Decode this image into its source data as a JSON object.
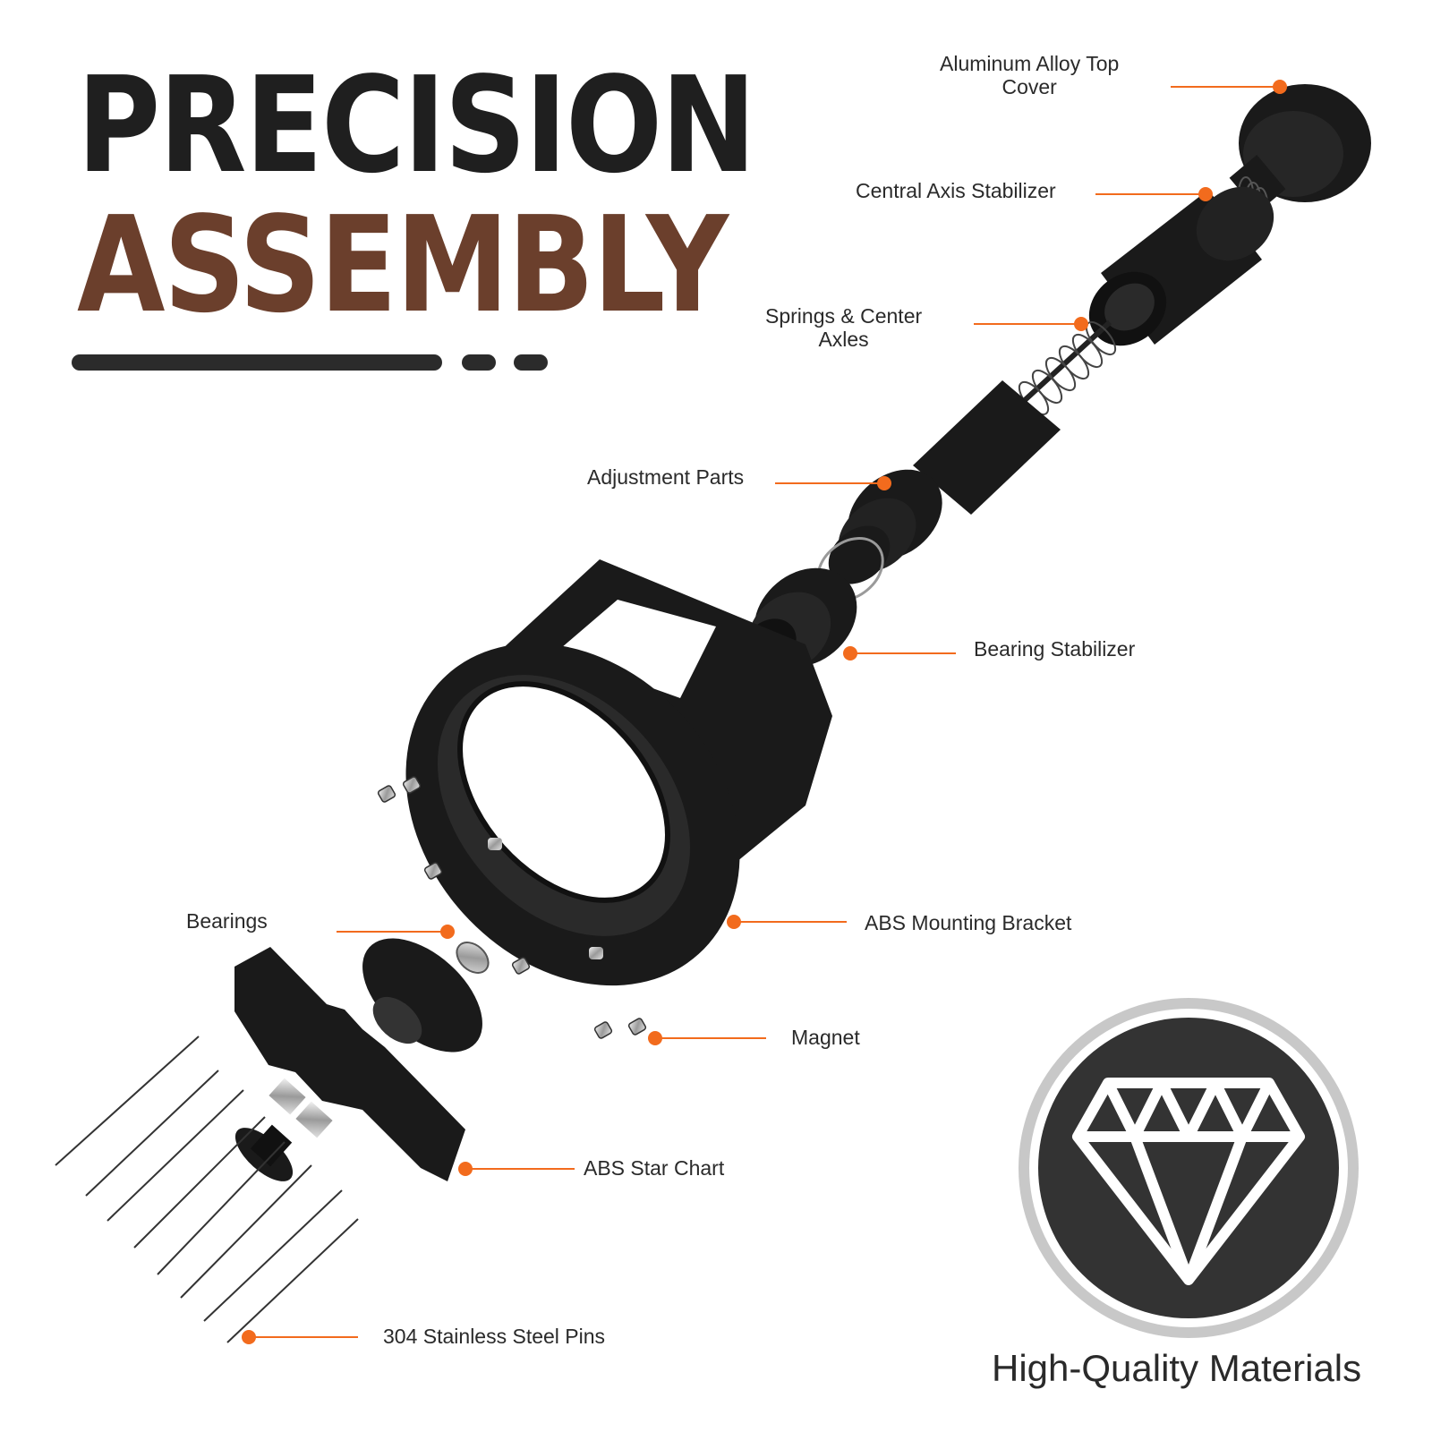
{
  "header": {
    "title_line1": "PRECISION",
    "title_line2": "ASSEMBLY"
  },
  "callouts": {
    "top_cover": "Aluminum Alloy Top Cover",
    "top_cover_line1": "Aluminum Alloy Top",
    "top_cover_line2": "Cover",
    "axis_stabilizer": "Central Axis Stabilizer",
    "springs_line1": "Springs & Center",
    "springs_line2": "Axles",
    "adjustment": "Adjustment Parts",
    "bearing_stabilizer": "Bearing Stabilizer",
    "bearings": "Bearings",
    "mounting_bracket": "ABS Mounting Bracket",
    "magnet": "Magnet",
    "star_chart": "ABS Star Chart",
    "pins": "304 Stainless Steel Pins"
  },
  "badge": {
    "label": "High-Quality Materials",
    "icon": "diamond-icon"
  },
  "colors": {
    "title_dark": "#1f1f1f",
    "title_brown": "#6b3f2c",
    "accent_orange": "#f26b1d",
    "part_black": "#1a1a1a",
    "badge_circle": "#333333"
  }
}
